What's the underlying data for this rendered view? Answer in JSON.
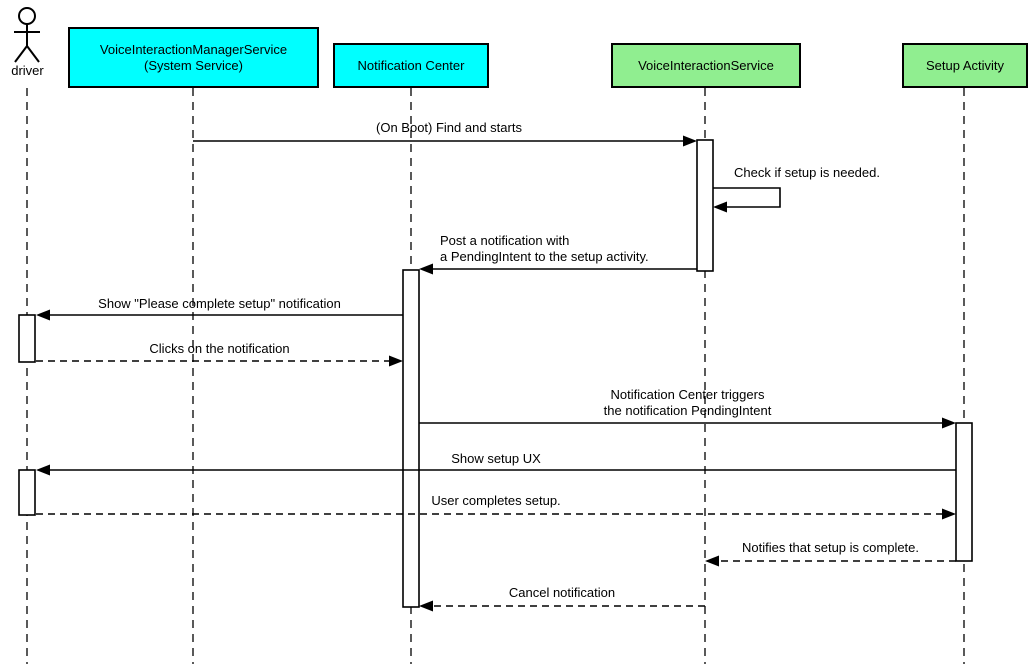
{
  "diagram_type": "uml-sequence",
  "actor": {
    "label": "driver"
  },
  "participants": [
    {
      "id": "voice-interaction-manager-service",
      "label": "VoiceInteractionManagerService\n(System Service)",
      "fill": "#00ffff"
    },
    {
      "id": "notification-center",
      "label": "Notification Center",
      "fill": "#00ffff"
    },
    {
      "id": "voice-interaction-service",
      "label": "VoiceInteractionService",
      "fill": "#90ee90"
    },
    {
      "id": "setup-activity",
      "label": "Setup Activity",
      "fill": "#90ee90"
    }
  ],
  "messages": [
    {
      "label": "(On Boot) Find and starts",
      "from": "VoiceInteractionManagerService (System Service)",
      "to": "VoiceInteractionService",
      "line": "solid"
    },
    {
      "label": "Check if setup is needed.",
      "from": "VoiceInteractionService",
      "to": "VoiceInteractionService",
      "line": "solid",
      "self": true
    },
    {
      "label": "Post a notification with\na PendingIntent to the setup activity.",
      "from": "VoiceInteractionService",
      "to": "Notification Center",
      "line": "solid"
    },
    {
      "label": "Show \"Please complete setup\" notification",
      "from": "Notification Center",
      "to": "driver",
      "line": "solid"
    },
    {
      "label": "Clicks on the notification",
      "from": "driver",
      "to": "Notification Center",
      "line": "dashed"
    },
    {
      "label": "Notification Center triggers\nthe notification PendingIntent",
      "from": "Notification Center",
      "to": "Setup Activity",
      "line": "solid"
    },
    {
      "label": "Show setup UX",
      "from": "Setup Activity",
      "to": "driver",
      "line": "solid"
    },
    {
      "label": "User completes setup.",
      "from": "driver",
      "to": "Setup Activity",
      "line": "dashed"
    },
    {
      "label": "Notifies that setup is complete.",
      "from": "Setup Activity",
      "to": "VoiceInteractionService",
      "line": "dashed"
    },
    {
      "label": "Cancel notification",
      "from": "VoiceInteractionService",
      "to": "Notification Center",
      "line": "dashed"
    }
  ],
  "colors": {
    "actor_cyan": "#00ffff",
    "service_green": "#90ee90",
    "line": "#000000",
    "background": "#ffffff"
  }
}
